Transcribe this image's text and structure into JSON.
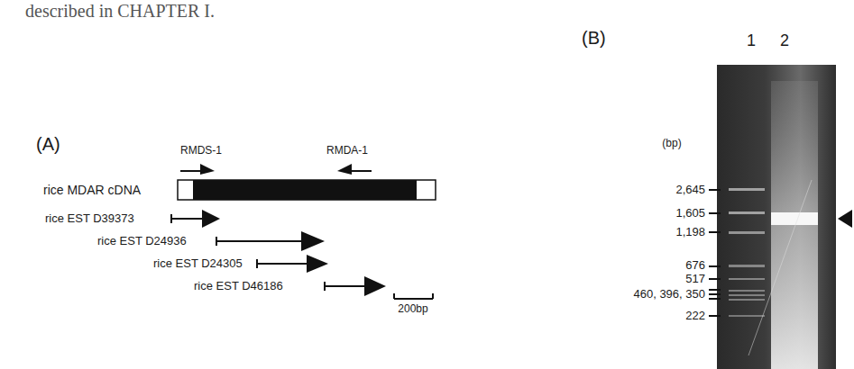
{
  "diagram": {
    "labels": [
      "described in CHAPTER I.",
      "(A)",
      "RMDS-1",
      "RMDA-1",
      "rice MDAR cDNA",
      "rice EST D39373",
      "rice EST D24936",
      "rice EST D24305",
      "rice EST D46186",
      "200bp",
      "(B)",
      "1",
      "2",
      "(bp)",
      "2,645",
      "1,605",
      "1,198",
      "676",
      "517",
      "460, 396, 350",
      "222"
    ]
  }
}
